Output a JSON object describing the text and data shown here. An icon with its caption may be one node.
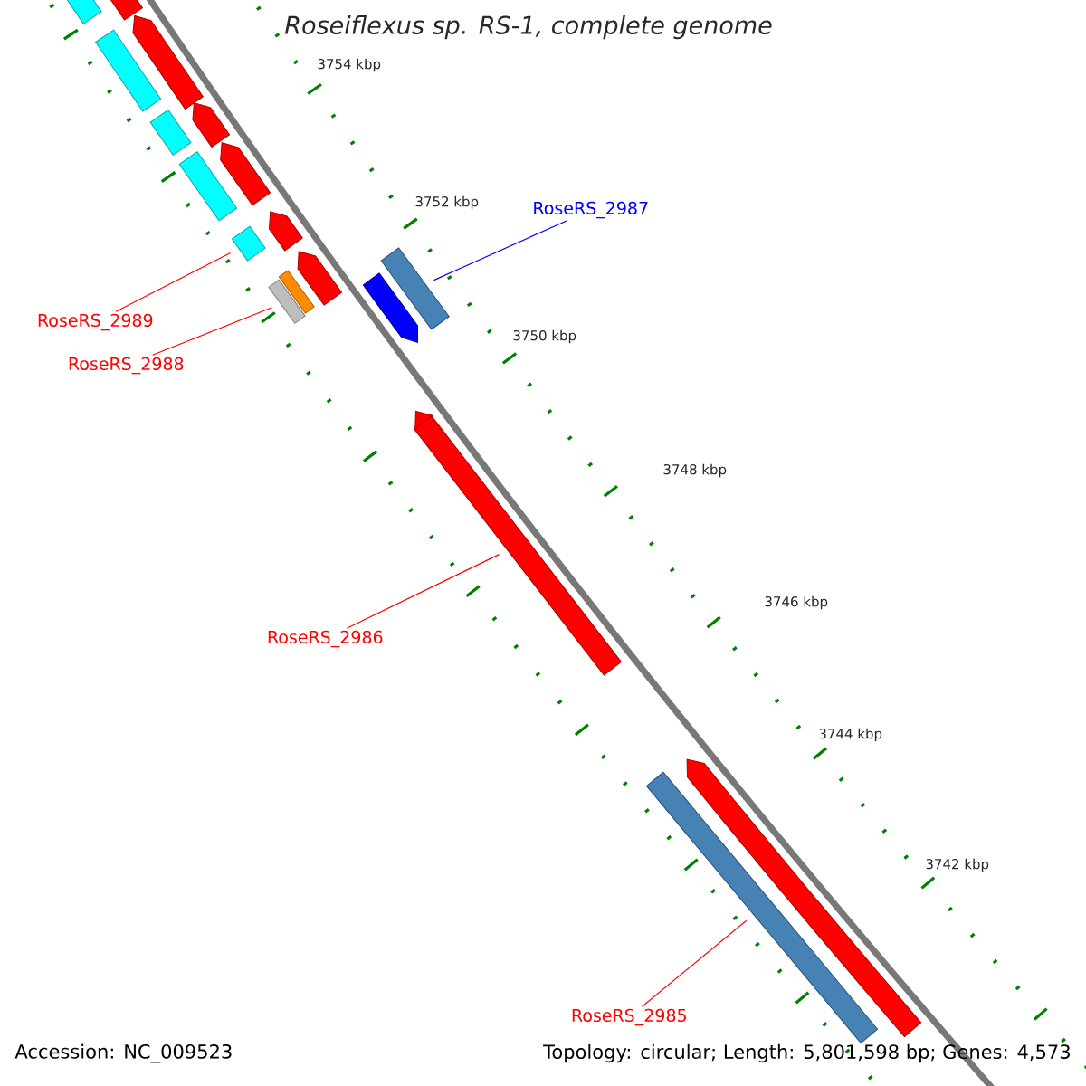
{
  "diagram": {
    "title": "Roseiflexus sp. RS-1, complete genome",
    "nodes": [
      {
        "text": [
          "RoseRS_2987"
        ]
      },
      {
        "text": [],
        "shape": "bar"
      },
      {
        "text": [],
        "shape": "bar"
      },
      {
        "text": [
          "RoseRS_2989"
        ]
      },
      {
        "text": [],
        "shape": "bar"
      },
      {
        "text": [
          "RoseRS_2988"
        ]
      },
      {
        "text": [],
        "shape": "bar"
      },
      {
        "text": [
          "RoseRS_2986"
        ]
      },
      {
        "text": [],
        "shape": "bar"
      },
      {
        "text": [
          "RoseRS_2985"
        ]
      }
    ],
    "edges": [
      {
        "from": 0,
        "to": 1,
        "arrow": "none",
        "color": "#0000ff"
      },
      {
        "from": 3,
        "to": 2,
        "arrow": "none"
      },
      {
        "from": 5,
        "to": 4,
        "arrow": "none"
      },
      {
        "from": 7,
        "to": 6,
        "arrow": "none"
      },
      {
        "from": 9,
        "to": 8,
        "arrow": "none"
      }
    ],
    "labels": [
      "3754 kbp",
      "3752 kbp",
      "3750 kbp",
      "3748 kbp",
      "3746 kbp",
      "3744 kbp",
      "3742 kbp",
      "Accession: NC_009523",
      "Topology: circular; Length: 5,801,598 bp; Genes: 4,573"
    ]
  }
}
